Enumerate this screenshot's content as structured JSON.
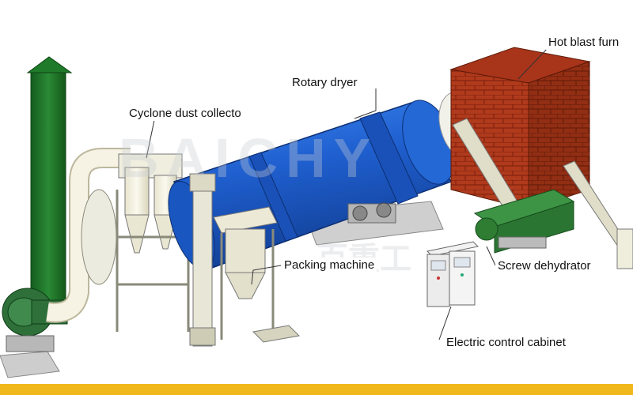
{
  "labels": {
    "hot_blast_furnace": "Hot blast furn",
    "rotary_dryer": "Rotary dryer",
    "cyclone": "Cyclone dust collecto",
    "packing_machine": "Packing machine",
    "screw_dehydrator": "Screw dehydrator",
    "electric_cabinet": "Electric control cabinet"
  },
  "watermark": {
    "brand": "BAICHY",
    "chinese": "百重工"
  },
  "colors": {
    "drum_blue": "#1f5fcf",
    "chimney_green": "#1f7a2a",
    "brick_red": "#b13a1e",
    "machine_green": "#2e7d32",
    "accent_bar": "#f1b81c"
  }
}
